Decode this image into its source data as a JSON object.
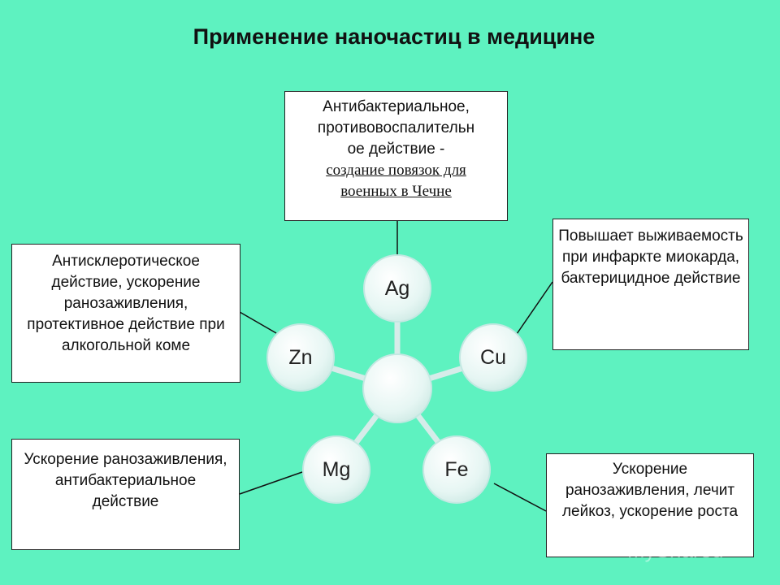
{
  "title": "Применение наночастиц в медицине",
  "center": {
    "label": ""
  },
  "nodes": {
    "ag": "Ag",
    "cu": "Cu",
    "fe": "Fe",
    "mg": "Mg",
    "zn": "Zn"
  },
  "boxes": {
    "ag": {
      "line1": "Антибактериальное,",
      "line2": "противовоспалительн",
      "line3": "ое действие -",
      "serif1": "создание повязок для",
      "serif2": "военных в Чечне"
    },
    "cu": "Повышает выживаемость при инфаркте миокарда, бактерицидное действие",
    "fe": "Ускорение ранозаживления, лечит лейкоз, ускорение роста",
    "mg": "Ускорение ранозаживления, антибактериальное действие",
    "zn": "Антисклеротическое действие, ускорение ранозаживления, протективное действие при алкогольной коме"
  },
  "watermark": "MyShared",
  "colors": {
    "background": "#5ef2c0",
    "node_fill": "#e6f6f3",
    "node_edge": "#c4e8e2",
    "spoke": "#d6ece9",
    "connector": "#111111"
  }
}
